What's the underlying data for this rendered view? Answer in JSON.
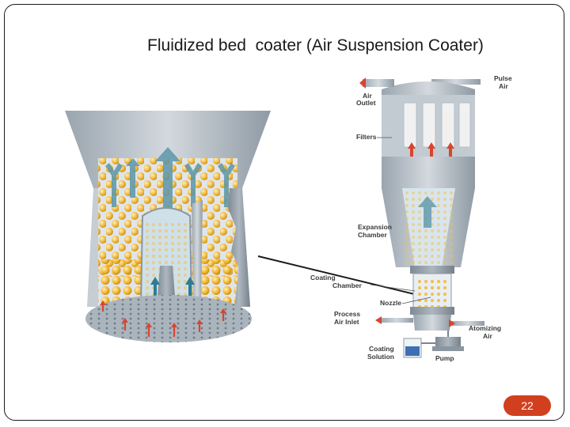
{
  "slide": {
    "title": "Fluidized bed  coater (Air Suspension Coater)",
    "page_number": "22"
  },
  "labels": {
    "pulse_air_1": "Pulse",
    "pulse_air_2": "Air",
    "air_outlet_1": "Air",
    "air_outlet_2": "Outlet",
    "filters": "Filters",
    "expansion_1": "Expansion",
    "expansion_2": "Chamber",
    "coating_chamber_1": "Coating",
    "coating_chamber_2": "Chamber",
    "nozzle": "Nozzle",
    "process_air_1": "Process",
    "process_air_2": "Air Inlet",
    "atomizing_1": "Atomizing",
    "atomizing_2": "Air",
    "coating_solution_1": "Coating",
    "coating_solution_2": "Solution",
    "pump": "Pump"
  },
  "colors": {
    "particle": "#f2b633",
    "airflow": "#2f7b95",
    "equipment": "#b9c1c9",
    "arrow_red": "#d8452f",
    "badge": "#d13f1e"
  }
}
